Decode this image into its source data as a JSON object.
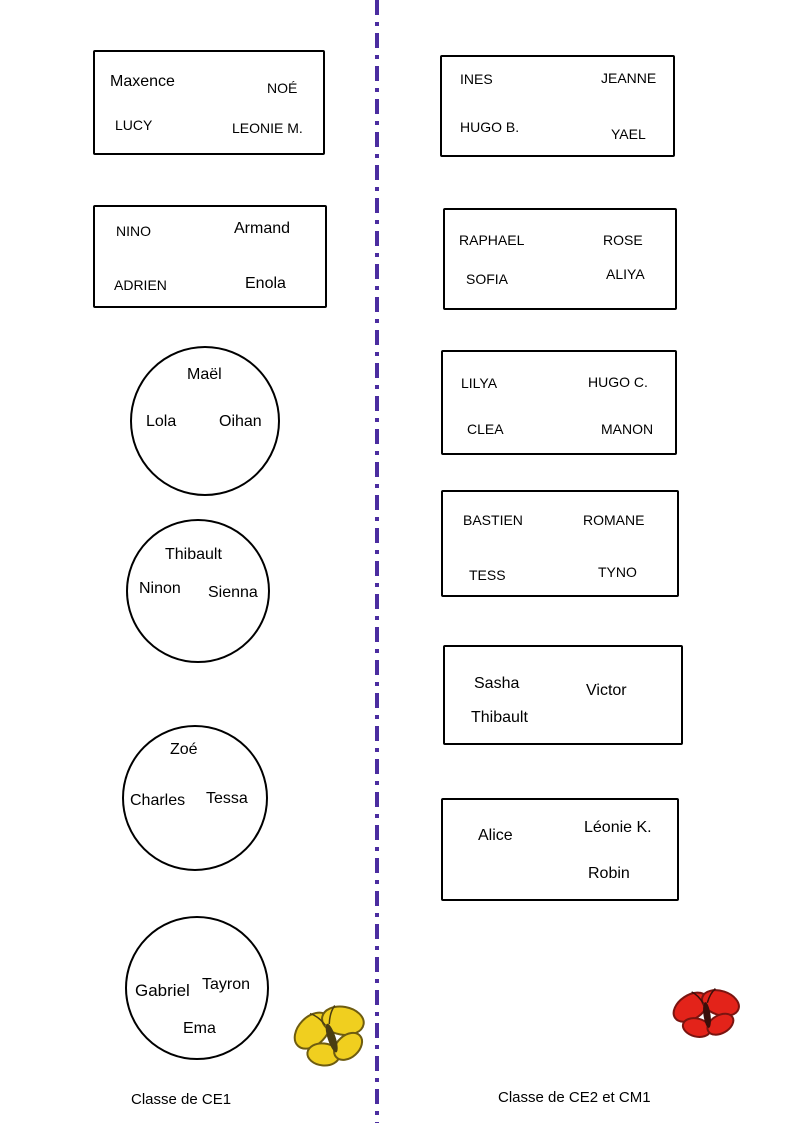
{
  "divider": {
    "color": "#4b2da0"
  },
  "left": {
    "caption": "Classe de CE1",
    "groups": [
      {
        "shape": "rect",
        "names": [
          "Maxence",
          "NOÉ",
          "LUCY",
          "LEONIE M."
        ]
      },
      {
        "shape": "rect",
        "names": [
          "NINO",
          "Armand",
          "ADRIEN",
          "Enola"
        ]
      },
      {
        "shape": "circle",
        "names": [
          "Maël",
          "Lola",
          "Oihan"
        ]
      },
      {
        "shape": "circle",
        "names": [
          "Thibault",
          "Ninon",
          "Sienna"
        ]
      },
      {
        "shape": "circle",
        "names": [
          "Zoé",
          "Charles",
          "Tessa"
        ]
      },
      {
        "shape": "circle",
        "names": [
          "Gabriel",
          "Tayron",
          "Ema"
        ]
      }
    ]
  },
  "right": {
    "caption": "Classe de CE2 et CM1",
    "groups": [
      {
        "shape": "rect",
        "names": [
          "INES",
          "JEANNE",
          "HUGO B.",
          "YAEL"
        ]
      },
      {
        "shape": "rect",
        "names": [
          "RAPHAEL",
          "ROSE",
          "SOFIA",
          "ALIYA"
        ]
      },
      {
        "shape": "rect",
        "names": [
          "LILYA",
          "HUGO C.",
          "CLEA",
          "MANON"
        ]
      },
      {
        "shape": "rect",
        "names": [
          "BASTIEN",
          "ROMANE",
          "TESS",
          "TYNO"
        ]
      },
      {
        "shape": "rect",
        "names": [
          "Sasha",
          "Victor",
          "Thibault"
        ]
      },
      {
        "shape": "rect",
        "names": [
          "Alice",
          "Léonie K.",
          "Robin"
        ]
      }
    ]
  },
  "decor": {
    "butterfly_left": "yellow-butterfly",
    "butterfly_left_color": "#f0cf1f",
    "butterfly_left_stroke": "#6e5c10",
    "butterfly_right": "red-butterfly",
    "butterfly_right_color": "#e3231a",
    "butterfly_right_stroke": "#7a1410"
  }
}
